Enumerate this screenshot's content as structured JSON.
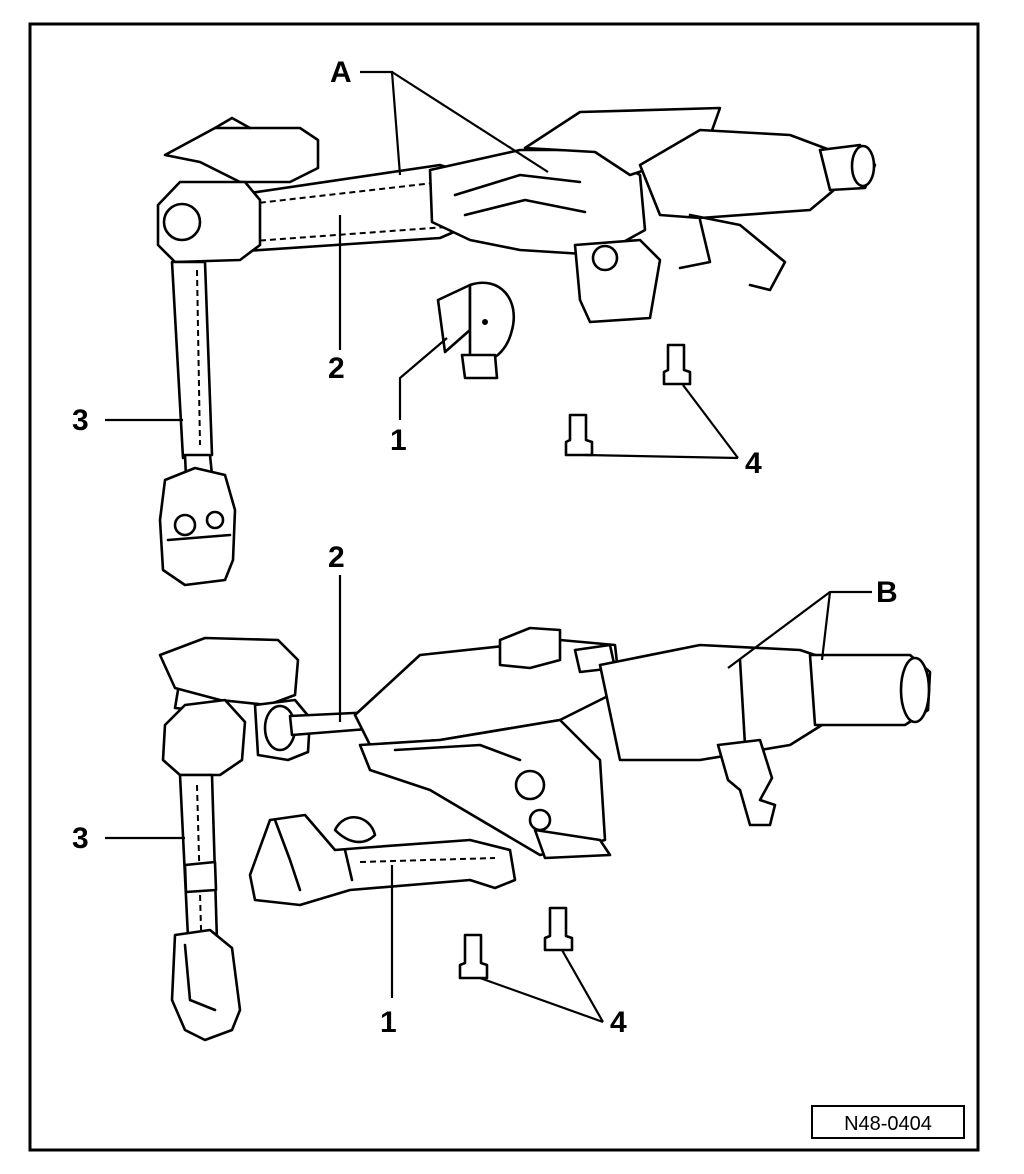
{
  "labels": {
    "assembly_a": "A",
    "assembly_b": "B",
    "part_1_upper": "1",
    "part_2_upper": "2",
    "part_3_upper": "3",
    "part_4_upper": "4",
    "part_1_lower": "1",
    "part_2_lower": "2",
    "part_3_lower": "3",
    "part_4_lower": "4"
  },
  "figure_ref": "N48-0404"
}
